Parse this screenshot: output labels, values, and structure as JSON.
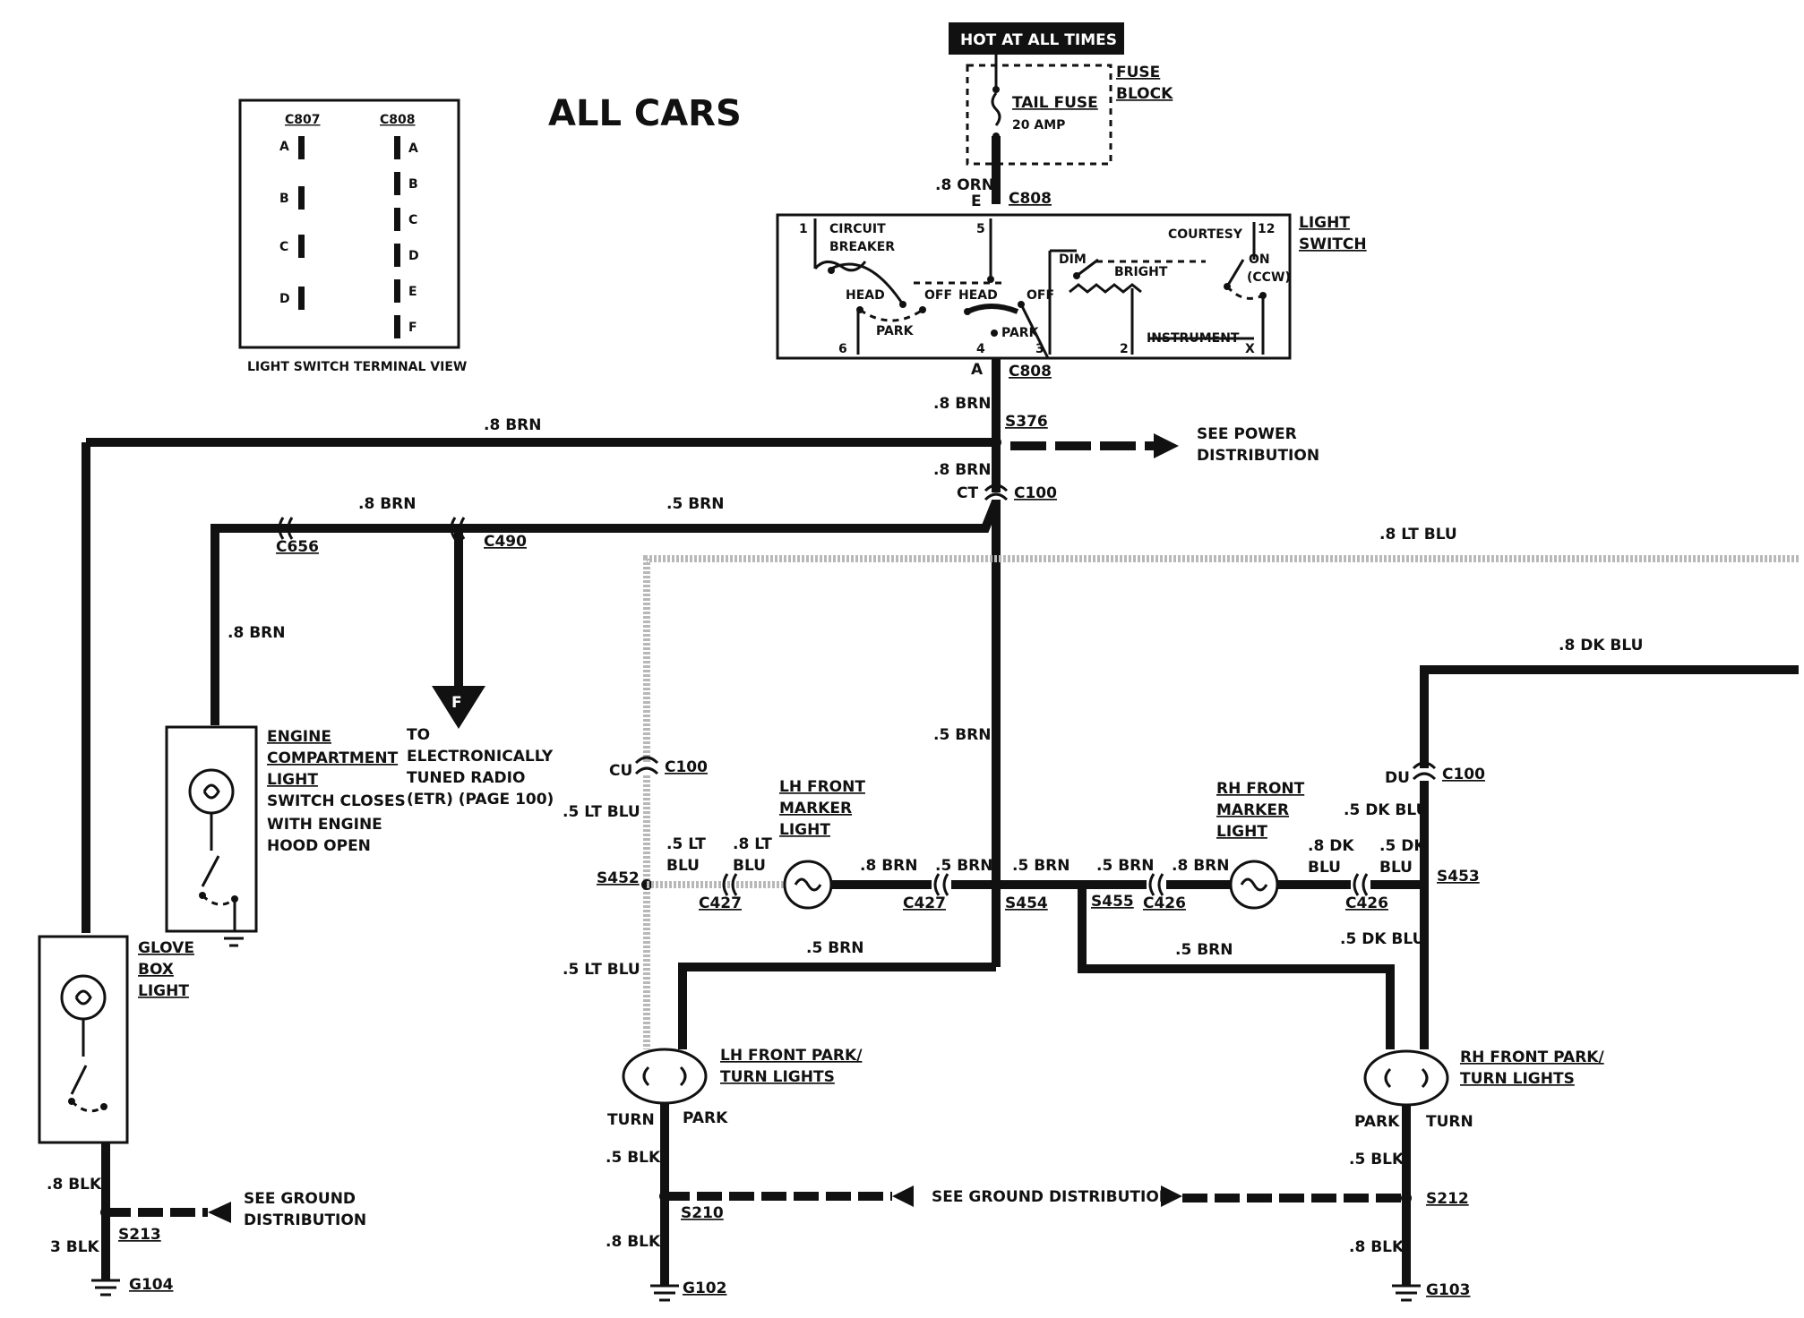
{
  "title": "ALL CARS",
  "hot_box": "HOT AT ALL TIMES",
  "fuse": {
    "name": "TAIL FUSE",
    "rating": "20 AMP",
    "block_1": "FUSE",
    "block_2": "BLOCK"
  },
  "terminal_view": {
    "caption": "LIGHT SWITCH TERMINAL VIEW",
    "c807_label": "C807",
    "c808_label": "C808",
    "c807_pins": [
      "A",
      "B",
      "C",
      "D"
    ],
    "c808_pins": [
      "A",
      "B",
      "C",
      "D",
      "E",
      "F"
    ]
  },
  "light_switch": {
    "title_1": "LIGHT",
    "title_2": "SWITCH",
    "circuit_breaker_1": "CIRCUIT",
    "circuit_breaker_2": "BREAKER",
    "head": "HEAD",
    "off": "OFF",
    "park": "PARK",
    "dim": "DIM",
    "bright": "BRIGHT",
    "courtesy": "COURTESY",
    "on": "ON",
    "ccw": "(CCW)",
    "instrument": "INSTRUMENT",
    "pins": [
      "1",
      "5",
      "12",
      "6",
      "4",
      "3",
      "2",
      "X"
    ]
  },
  "wires": {
    "w_8orn": ".8 ORN",
    "w_8brn_a": ".8 BRN",
    "w_8brn_top": ".8 BRN",
    "w_8brn_b": ".8 BRN",
    "w_8brn_c656": ".8 BRN",
    "w_5brn_c490": ".5 BRN",
    "w_8ltblu": ".8 LT BLU",
    "w_8dkblu": ".8 DK BLU",
    "w_8brn_eng": ".8 BRN",
    "w_5brn_mid": ".5 BRN",
    "w_5ltblu_a": ".5 LT BLU",
    "w_5ltblu_b1": ".5 LT",
    "w_5ltblu_b2": "BLU",
    "w_8ltblu_b1": ".8 LT",
    "w_8ltblu_b2": "BLU",
    "w_8brn_lhm": ".8 BRN",
    "w_5brn_c427": ".5 BRN",
    "w_5brn_s454": ".5 BRN",
    "w_5brn_s455": ".5 BRN",
    "w_8brn_c426": ".8 BRN",
    "w_8dkblu_b1": ".8 DK",
    "w_8dkblu_b2": "BLU",
    "w_5dkblu_b1": ".5 DK",
    "w_5dkblu_b2": "BLU",
    "w_5dkblu_a": ".5 DK BLU",
    "w_5dkblu_c": ".5 DK BLU",
    "w_5brn_lh": ".5 BRN",
    "w_5brn_rh": ".5 BRN",
    "w_5ltblu_c": ".5 LT BLU",
    "w_5blk_lh": ".5 BLK",
    "w_8blk_lh": ".8 BLK",
    "w_5blk_rh": ".5 BLK",
    "w_8blk_rh": ".8 BLK",
    "w_8blk_g": ".8 BLK",
    "w_3blk": "3 BLK"
  },
  "connectors": {
    "c808_e": "C808",
    "c808_a": "C808",
    "pin_e": "E",
    "pin_a": "A",
    "s376": "S376",
    "c100_top": "C100",
    "pin_ct": "CT",
    "c656": "C656",
    "c490": "C490",
    "c100_cu": "C100",
    "pin_cu": "CU",
    "c100_du": "C100",
    "pin_du": "DU",
    "s452": "S452",
    "c427_a": "C427",
    "c427_b": "C427",
    "s454": "S454",
    "s455": "S455",
    "c426_a": "C426",
    "c426_b": "C426",
    "s453": "S453",
    "s210": "S210",
    "s212": "S212",
    "s213": "S213",
    "g102": "G102",
    "g103": "G103",
    "g104": "G104"
  },
  "notes": {
    "power_1": "SEE POWER",
    "power_2": "DISTRIBUTION",
    "ground_center": "SEE GROUND DISTRIBUTION",
    "ground_left_1": "SEE GROUND",
    "ground_left_2": "DISTRIBUTION",
    "radio_marker": "F",
    "radio_1": "TO",
    "radio_2": "ELECTRONICALLY",
    "radio_3": "TUNED RADIO",
    "radio_4": "(ETR)  (PAGE 100)"
  },
  "components": {
    "eng_1": "ENGINE",
    "eng_2": "COMPARTMENT",
    "eng_3": "LIGHT",
    "eng_4": "SWITCH CLOSES",
    "eng_5": "WITH ENGINE",
    "eng_6": "HOOD OPEN",
    "glove_1": "GLOVE",
    "glove_2": "BOX",
    "glove_3": "LIGHT",
    "lhm_1": "LH FRONT",
    "lhm_2": "MARKER",
    "lhm_3": "LIGHT",
    "rhm_1": "RH FRONT",
    "rhm_2": "MARKER",
    "rhm_3": "LIGHT",
    "lhp_1": "LH FRONT PARK/",
    "lhp_2": "TURN LIGHTS",
    "rhp_1": "RH FRONT PARK/",
    "rhp_2": "TURN LIGHTS",
    "lh_turn": "TURN",
    "lh_park": "PARK",
    "rh_park": "PARK",
    "rh_turn": "TURN"
  }
}
